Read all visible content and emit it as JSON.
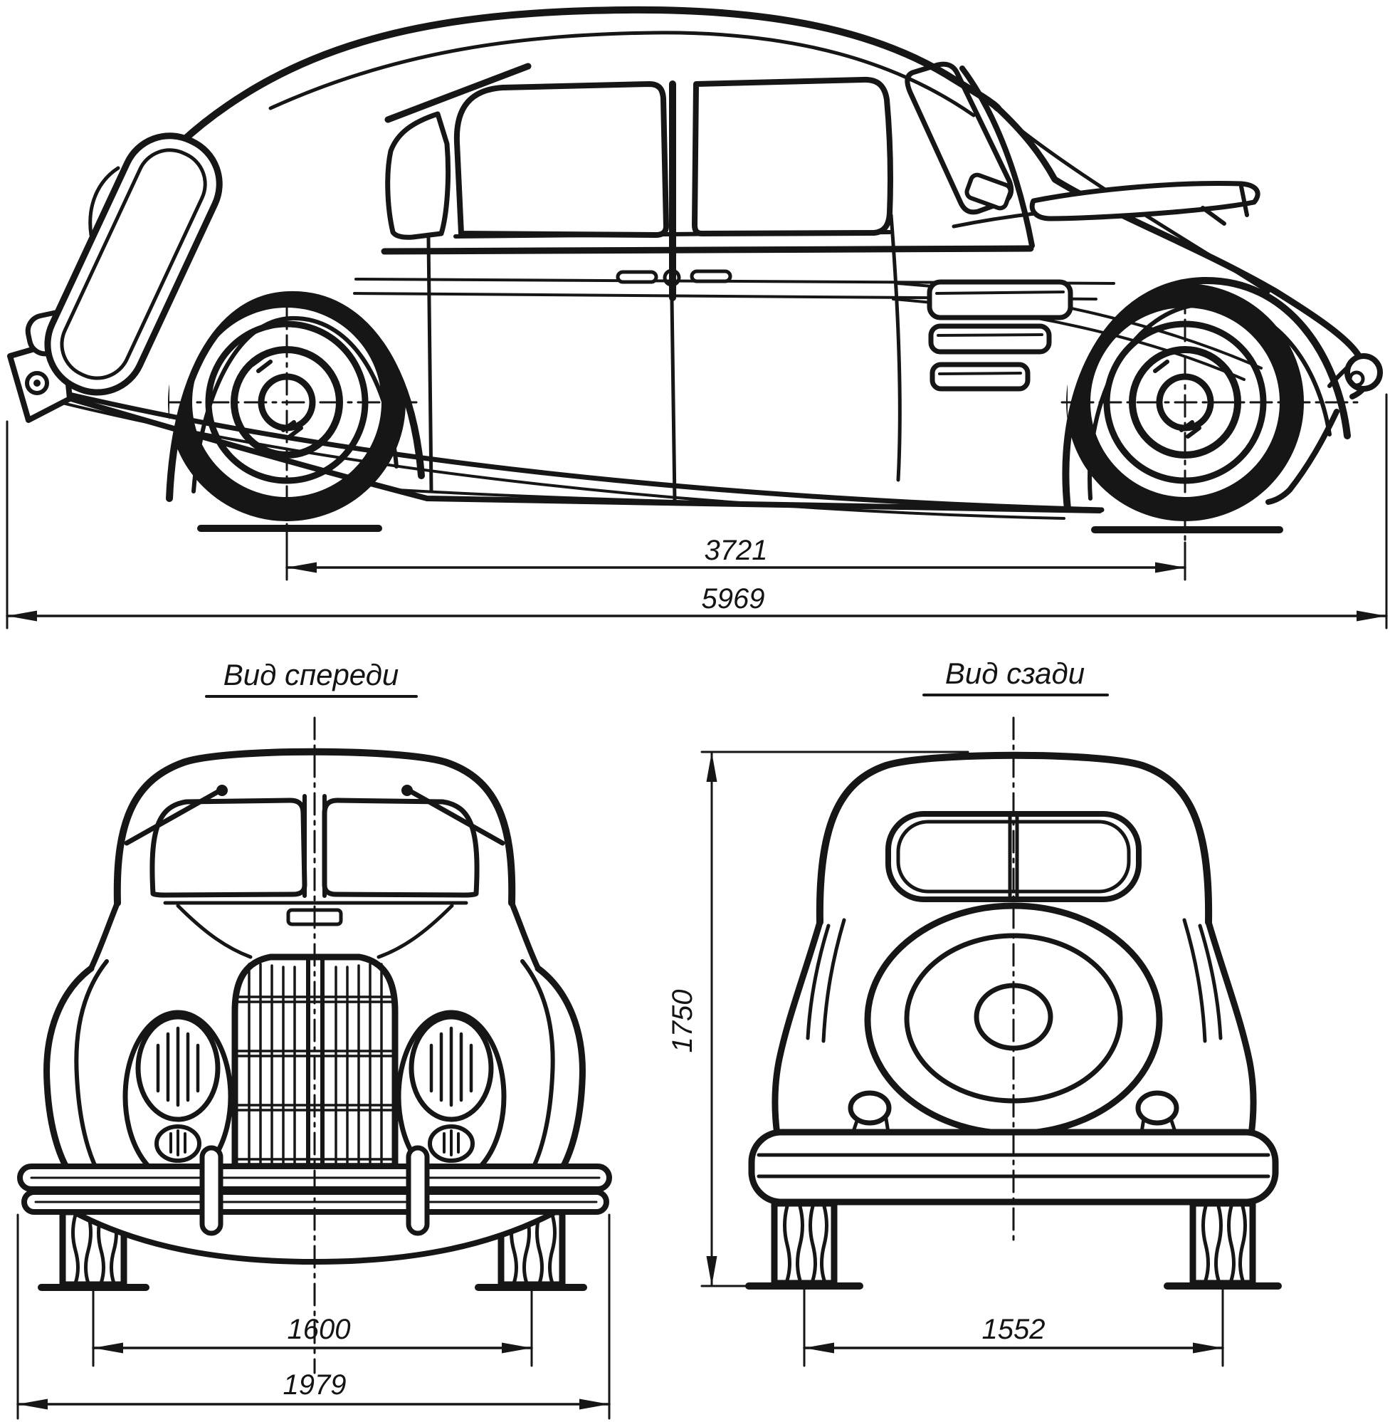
{
  "page": {
    "background": "#ffffff",
    "line_color": "#161616",
    "description": "Three-view technical blueprint of a 1930s streamlined sedan (side, front, rear views) with overall dimensions"
  },
  "labels": {
    "front_view_title": "Вид спереди",
    "rear_view_title": "Вид сзади"
  },
  "dimensions_mm": {
    "wheelbase": "3721",
    "overall_length": "5969",
    "front_track": "1600",
    "overall_width": "1979",
    "rear_track": "1552",
    "overall_height": "1750"
  }
}
